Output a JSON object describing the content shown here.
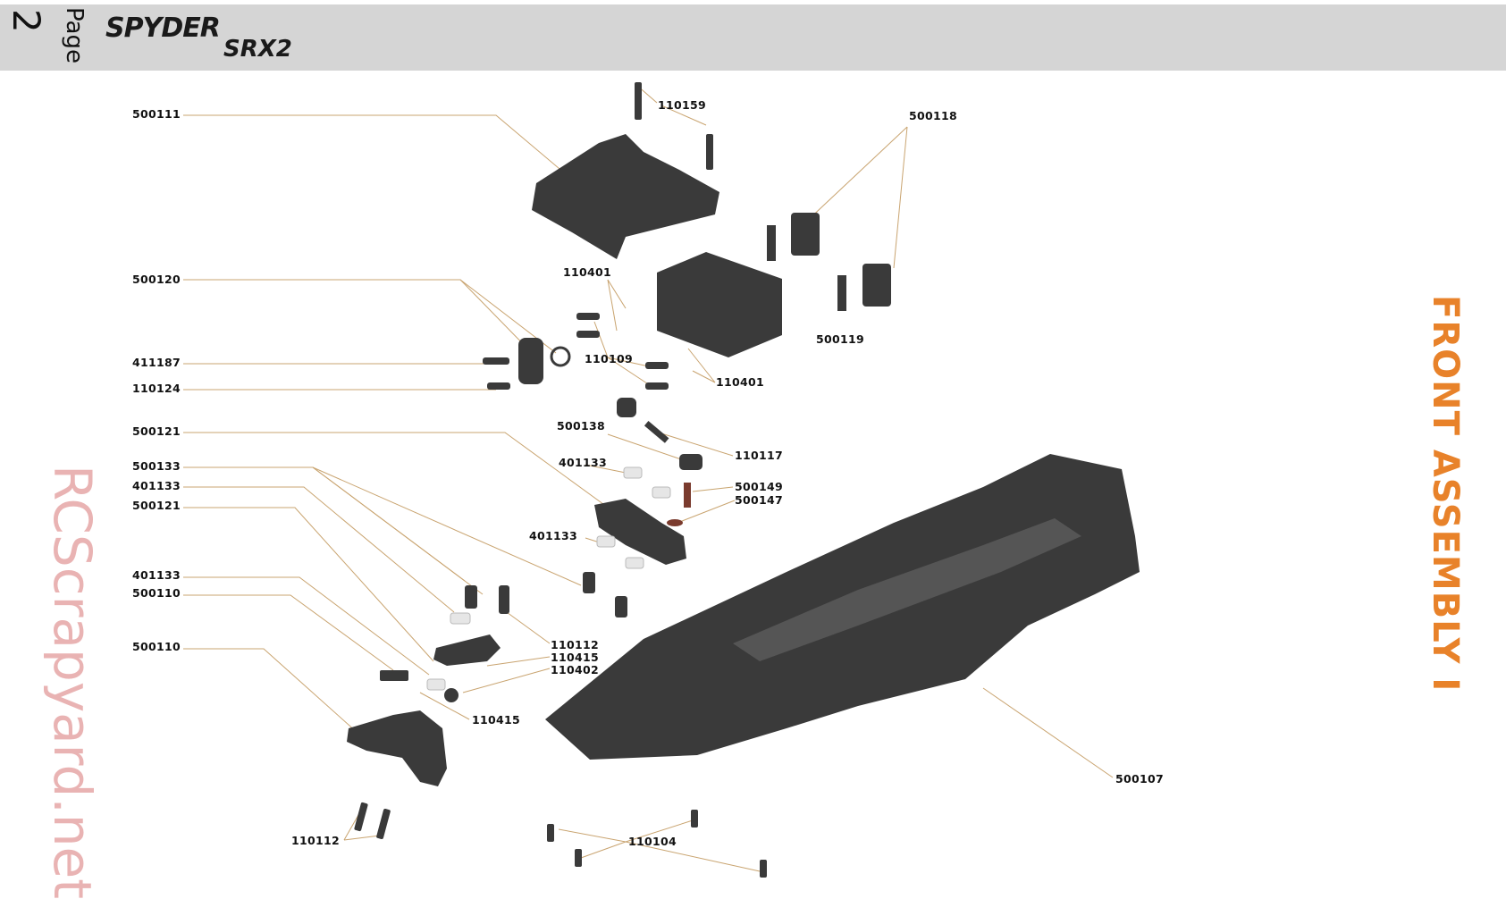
{
  "header": {
    "page_word": "Page",
    "page_number": "2",
    "logo_main": "SPYDER",
    "logo_sub": "SRX2"
  },
  "side_title": "FRONT ASSEMBLY I",
  "watermark": "RCScrapyard.net",
  "part_labels": [
    "500111",
    "110159",
    "500118",
    "500120",
    "110401",
    "411187",
    "110109",
    "500119",
    "110124",
    "110401",
    "500121",
    "500138",
    "110117",
    "500133",
    "401133",
    "500149",
    "401133",
    "500147",
    "500121",
    "401133",
    "401133",
    "500110",
    "110112",
    "110415",
    "500110",
    "110402",
    "110415",
    "500107",
    "110112",
    "110104"
  ],
  "colors": {
    "header_bg": "#d5d5d5",
    "title_orange": "#e8822a",
    "leader_line": "#c9a470",
    "watermark": "#e9b3b3",
    "part_dark": "#3a3a3a"
  }
}
